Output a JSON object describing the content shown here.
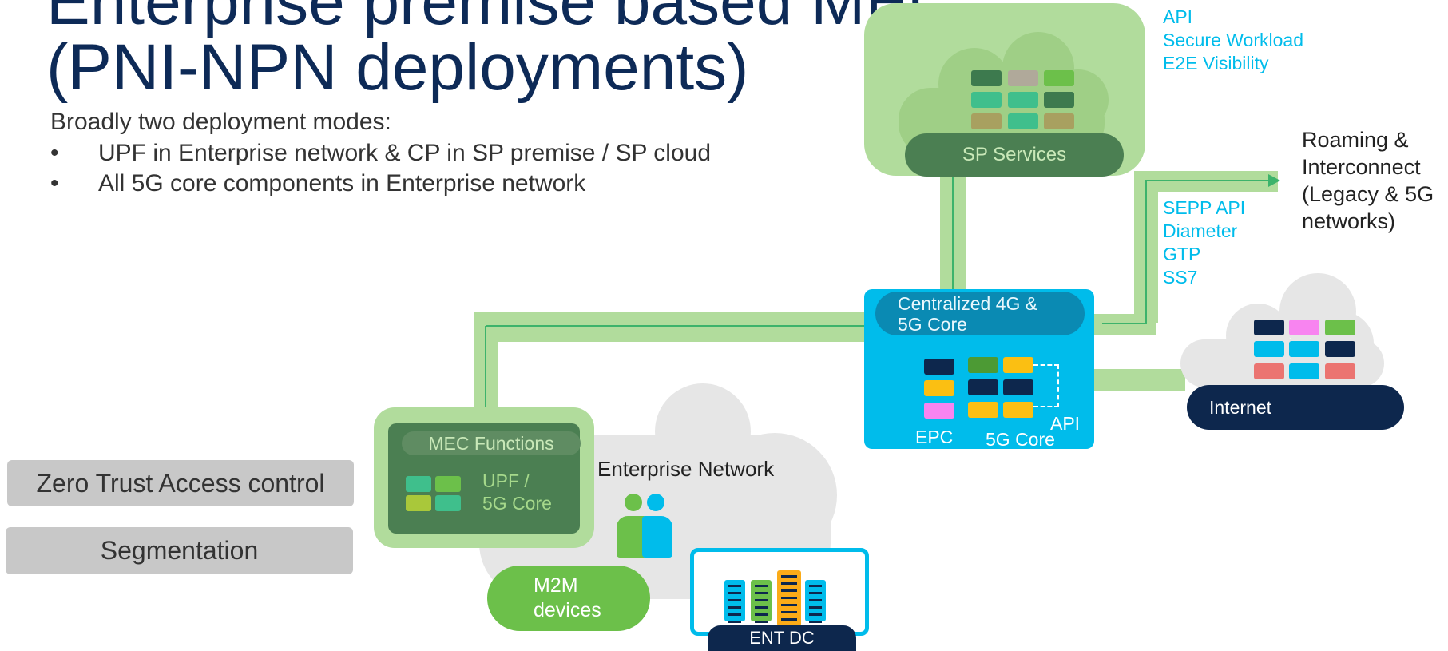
{
  "title": {
    "line1": "Enterprise premise based MEC",
    "line2": "(PNI-NPN deployments)"
  },
  "intro": "Broadly two deployment modes:",
  "bullets": [
    {
      "marker": "•",
      "text": "UPF in Enterprise network & CP in SP premise / SP cloud"
    },
    {
      "marker": "•",
      "text": "All 5G core components in Enterprise network"
    }
  ],
  "left_controls": [
    "Zero Trust Access control",
    "Segmentation"
  ],
  "sp_cloud": {
    "label": "SP Services",
    "tags": [
      "API",
      "Secure Workload",
      "E2E Visibility"
    ]
  },
  "roaming": {
    "text": [
      "Roaming &",
      "Interconnect",
      "(Legacy & 5G",
      "networks)"
    ],
    "protocols": [
      "SEPP API",
      "Diameter",
      "GTP",
      "SS7"
    ]
  },
  "core": {
    "title": [
      "Centralized  4G &",
      "5G Core"
    ],
    "epc": "EPC",
    "fivegc": "5G Core",
    "api": "API"
  },
  "internet": {
    "label": "Internet"
  },
  "mec": {
    "title": "MEC Functions",
    "upf": [
      "UPF /",
      "5G Core"
    ]
  },
  "enterprise": {
    "label": "Enterprise Network",
    "m2m": [
      "M2M",
      "devices"
    ],
    "dc": "ENT DC"
  },
  "colors": {
    "navy": "#0d274d",
    "cyan": "#00bceb",
    "green": "#6cc04a",
    "light_green": "#b1dc9c",
    "grey_cloud": "#e6e6e6"
  }
}
